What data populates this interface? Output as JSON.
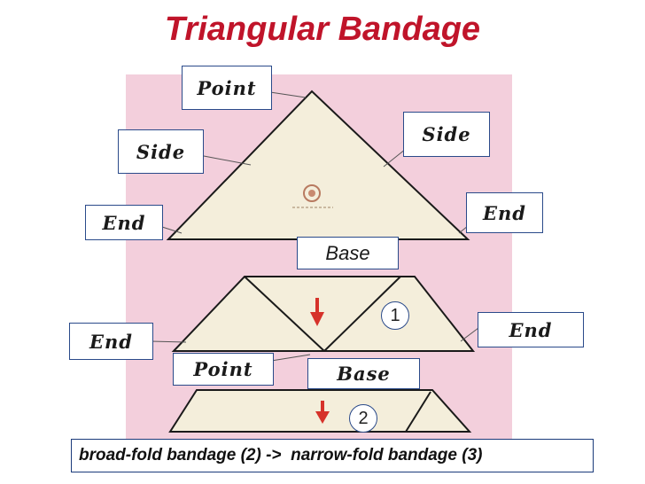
{
  "title": "Triangular Bandage",
  "labels": {
    "point_top": "Point",
    "side_left": "Side",
    "side_right": "Side",
    "end_left_top": "End",
    "end_right_top": "End",
    "base_top": "Base",
    "end_left_mid": "End",
    "end_right_mid": "End",
    "point_mid": "Point",
    "base_mid": "Base"
  },
  "steps": {
    "one": "1",
    "two": "2"
  },
  "caption": "broad-fold bandage (2) ->  narrow-fold bandage (3)",
  "colors": {
    "title": "#c0142a",
    "background_photo": "#f3cfdc",
    "bandage": "#f4eedb",
    "arrow": "#d6322a",
    "label_border": "#2a4a8a"
  }
}
